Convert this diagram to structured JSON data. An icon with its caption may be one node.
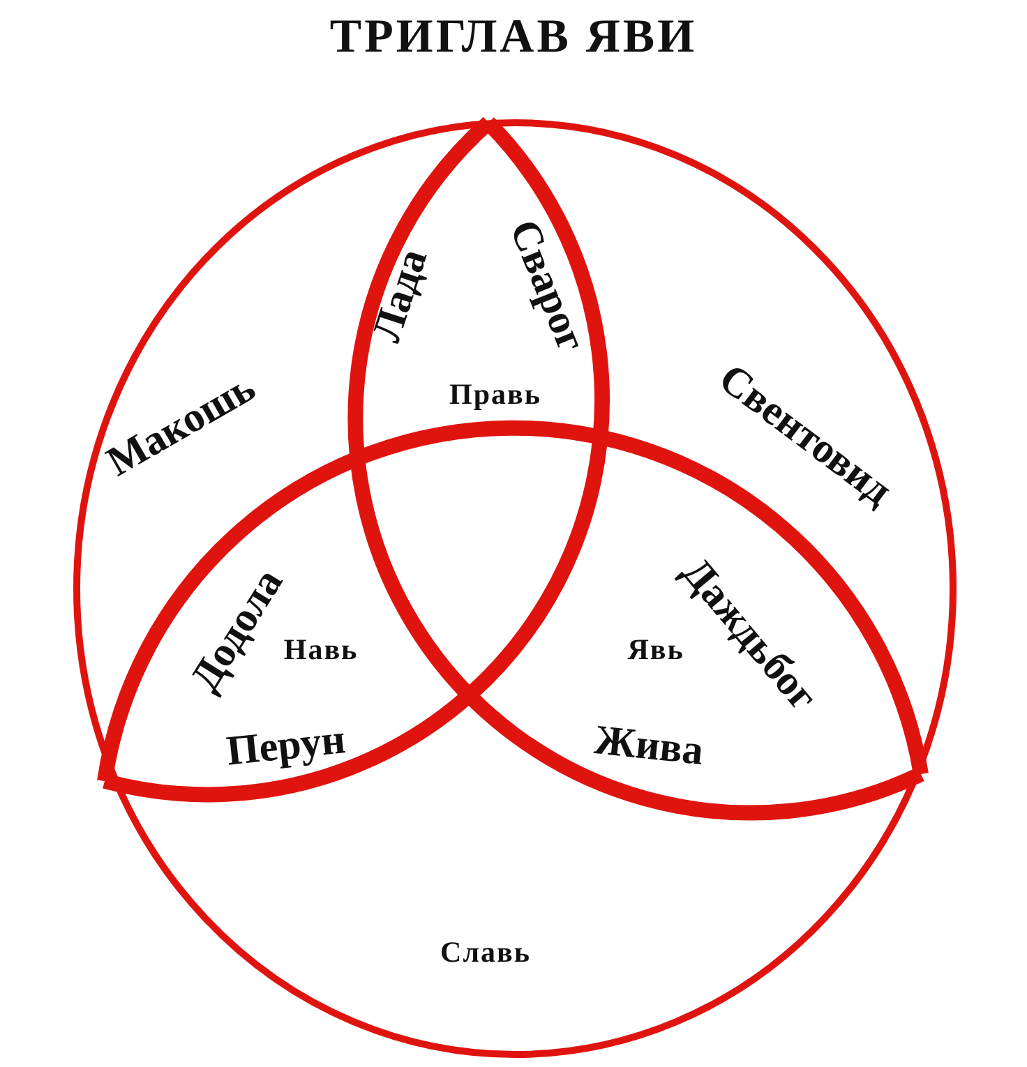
{
  "diagram": {
    "title": "ТРИГЛАВ ЯВИ",
    "labels": [
      "Лада",
      "Сварог",
      "Макошь",
      "Правь",
      "Свентовид",
      "Додола",
      "Навь",
      "Даждьбог",
      "Явь",
      "Перун",
      "Жива",
      "Славь"
    ]
  }
}
